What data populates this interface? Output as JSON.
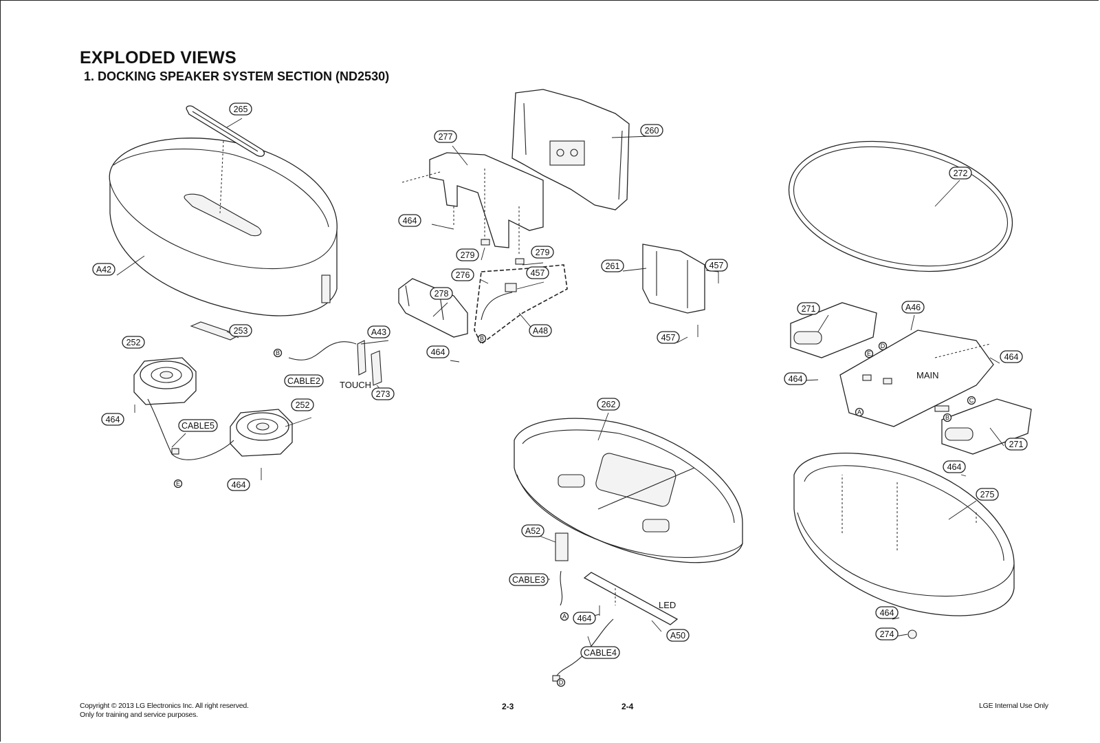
{
  "header": {
    "title": "EXPLODED VIEWS",
    "subtitle": "1. DOCKING SPEAKER SYSTEM SECTION (ND2530)"
  },
  "footer": {
    "copyright_line1": "Copyright © 2013 LG Electronics Inc. All right reserved.",
    "copyright_line2": "Only for training and service purposes.",
    "page_left": "2-3",
    "page_right": "2-4",
    "internal": "LGE Internal Use Only"
  },
  "labels": [
    "265",
    "A42",
    "253",
    "252",
    "252",
    "464",
    "CABLE5",
    "464",
    "CABLE2",
    "A43",
    "273",
    "277",
    "464",
    "279",
    "279",
    "276",
    "457",
    "278",
    "A48",
    "464",
    "260",
    "261",
    "457",
    "457",
    "272",
    "271",
    "A46",
    "464",
    "464",
    "271",
    "464",
    "275",
    "464",
    "274",
    "262",
    "A52",
    "CABLE3",
    "464",
    "A50",
    "CABLE4"
  ],
  "texts": [
    "TOUCH",
    "MAIN",
    "LED"
  ],
  "marks": [
    "B",
    "E",
    "B",
    "E",
    "D",
    "A",
    "C",
    "B",
    "A",
    "D"
  ]
}
